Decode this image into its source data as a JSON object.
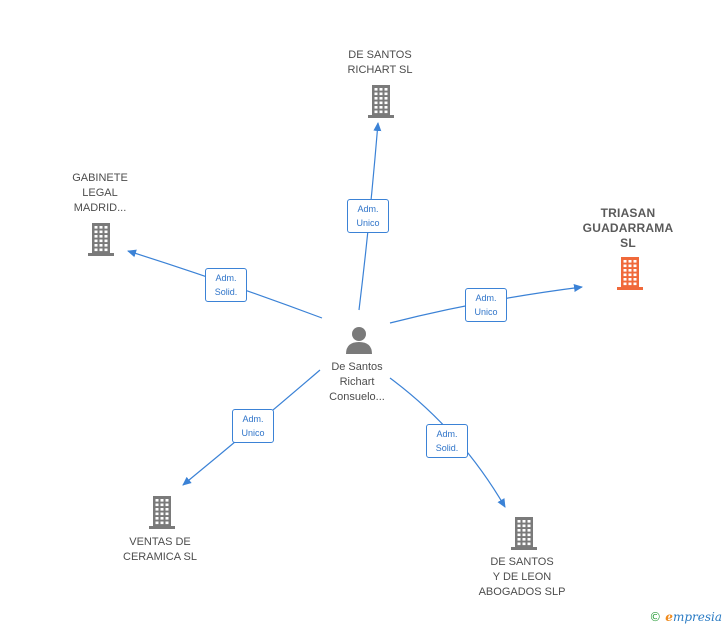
{
  "colors": {
    "edge": "#3b82d6",
    "building": "#7a7a7a",
    "building_highlight": "#f0693a",
    "person": "#7a7a7a"
  },
  "person": {
    "icon": "person-icon",
    "lines": [
      "De Santos",
      "Richart",
      "Consuelo..."
    ]
  },
  "companies": [
    {
      "id": "de-santos-richart",
      "icon": "building-icon",
      "lines": [
        "DE SANTOS",
        "RICHART  SL"
      ],
      "highlight": false
    },
    {
      "id": "gabinete-legal",
      "icon": "building-icon",
      "lines": [
        "GABINETE",
        "LEGAL",
        "MADRID..."
      ],
      "highlight": false
    },
    {
      "id": "triasan",
      "icon": "building-icon",
      "lines": [
        "TRIASAN",
        "GUADARRAMA",
        "SL"
      ],
      "highlight": true
    },
    {
      "id": "ventas-ceramica",
      "icon": "building-icon",
      "lines": [
        "VENTAS DE",
        "CERAMICA  SL"
      ],
      "highlight": false
    },
    {
      "id": "de-santos-leon",
      "icon": "building-icon",
      "lines": [
        "DE SANTOS",
        "Y DE LEON",
        "ABOGADOS SLP"
      ],
      "highlight": false
    }
  ],
  "relations": [
    {
      "target": "de-santos-richart",
      "lines": [
        "Adm.",
        "Unico"
      ]
    },
    {
      "target": "gabinete-legal",
      "lines": [
        "Adm.",
        "Solid."
      ]
    },
    {
      "target": "triasan",
      "lines": [
        "Adm.",
        "Unico"
      ]
    },
    {
      "target": "ventas-ceramica",
      "lines": [
        "Adm.",
        "Unico"
      ]
    },
    {
      "target": "de-santos-leon",
      "lines": [
        "Adm.",
        "Solid."
      ]
    }
  ],
  "footer": {
    "copyright": "©",
    "brand_initial": "e",
    "brand_rest": "mpresia"
  }
}
